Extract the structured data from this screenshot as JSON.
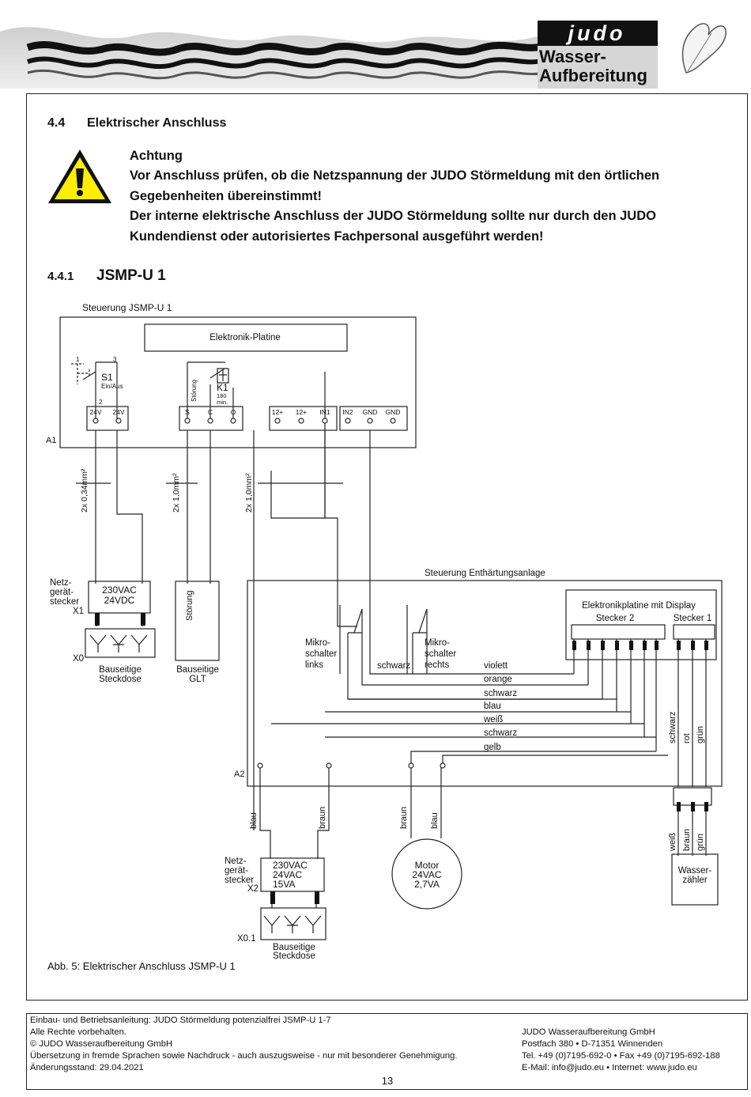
{
  "header": {
    "brand_logo": "judo",
    "brand_line1": "Wasser-",
    "brand_line2": "Aufbereitung"
  },
  "section": {
    "number": "4.4",
    "title": "Elektrischer Anschluss"
  },
  "warning": {
    "icon": "warning-triangle-icon",
    "heading": "Achtung",
    "line1": "Vor Anschluss prüfen, ob die Netzspannung der JUDO Störmeldung mit den örtlichen",
    "line2": "Gegebenheiten übereinstimmt!",
    "line3": "Der interne elektrische Anschluss der JUDO Störmeldung sollte nur durch den JUDO",
    "line4": "Kundendienst oder autorisiertes Fachpersonal ausgeführt werden!"
  },
  "subsection": {
    "number": "4.4.1",
    "title": "JSMP-U 1"
  },
  "diagram": {
    "ctrl_title": "Steuerung JSMP-U 1",
    "platine": "Elektronik-Platine",
    "s1": "S1",
    "s1_sub": "Ein/Aus",
    "pin1": "1",
    "pin2": "2",
    "pin3": "3",
    "k1": "K1",
    "k1_sub1": "180",
    "k1_sub2": "min.",
    "stoerung_rot": "Störung",
    "t_24v_a": "24V",
    "t_24v_b": "24V",
    "t_s": "S",
    "t_c": "C",
    "t_o": "O",
    "t_12a": "12+",
    "t_12b": "12+",
    "t_in1": "IN1",
    "t_in2": "IN2",
    "t_gnd_a": "GND",
    "t_gnd_b": "GND",
    "a1": "A1",
    "cable_a": "2x 0,34mm²",
    "cable_b": "2x 1,0mm²",
    "cable_c": "2x 1,0mm²",
    "netz1_l1": "Netz-",
    "netz1_l2": "gerät-",
    "netz1_l3": "stecker",
    "x1": "X1",
    "psu1_l1": "230VAC",
    "psu1_l2": "24VDC",
    "x0": "X0",
    "sock1_l1": "Bauseitige",
    "sock1_l2": "Steckdose",
    "glt_box": "Störung",
    "glt_l1": "Bauseitige",
    "glt_l2": "GLT",
    "ctrl2_title": "Steuerung Enthärtungsanlage",
    "display_title": "Elektronikplatine mit Display",
    "stecker2": "Stecker 2",
    "stecker1": "Stecker 1",
    "ms_left_l1": "Mikro-",
    "ms_left_l2": "schalter",
    "ms_left_l3": "links",
    "ms_right_l1": "Mikro-",
    "ms_right_l2": "schalter",
    "ms_right_l3": "rechts",
    "w_schwarz_mid": "schwarz",
    "w_violett": "violett",
    "w_orange": "orange",
    "w_schwarz1": "schwarz",
    "w_blau": "blau",
    "w_weiss": "weiß",
    "w_schwarz2": "schwarz",
    "w_gelb": "gelb",
    "s1_schwarz": "schwarz",
    "s1_rot": "rot",
    "s1_gruen": "grün",
    "a2": "A2",
    "d_blau1": "blau",
    "d_braun1": "braun",
    "d_braun2": "braun",
    "d_blau2": "blau",
    "wz_weiss": "weiß",
    "wz_braun": "braun",
    "wz_gruen": "grün",
    "netz2_l1": "Netz-",
    "netz2_l2": "gerät-",
    "netz2_l3": "stecker",
    "x2": "X2",
    "psu2_l1": "230VAC",
    "psu2_l2": "24VAC",
    "psu2_l3": "15VA",
    "motor_l1": "Motor",
    "motor_l2": "24VAC",
    "motor_l3": "2,7VA",
    "wz_l1": "Wasser-",
    "wz_l2": "zähler",
    "x01": "X0.1",
    "sock2_l1": "Bauseitige",
    "sock2_l2": "Steckdose"
  },
  "caption": "Abb. 5: Elektrischer Anschluss JSMP-U 1",
  "footer": {
    "left": [
      "Einbau- und Betriebsanleitung: JUDO Störmeldung potenzialfrei JSMP-U 1-7",
      "Alle Rechte vorbehalten.",
      "© JUDO Wasseraufbereitung GmbH",
      "Übersetzung in fremde Sprachen sowie Nachdruck - auch auszugsweise - nur mit besonderer Genehmigung.",
      "Änderungsstand: 29.04.2021"
    ],
    "right": [
      "JUDO Wasseraufbereitung GmbH",
      "Postfach 380 • D-71351 Winnenden",
      "Tel. +49 (0)7195-692-0 • Fax +49 (0)7195-692-188",
      "E-Mail: info@judo.eu • Internet: www.judo.eu"
    ],
    "page": "13"
  }
}
